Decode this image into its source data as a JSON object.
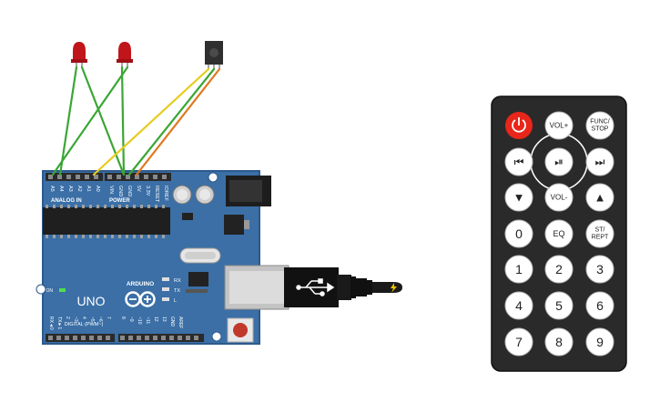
{
  "board": {
    "name": "UNO",
    "brand": "ARDUINO",
    "analog_header": "ANALOG IN",
    "power_header": "POWER",
    "digital_header": "DIGITAL (PWM~)",
    "analog_pins": [
      "A5",
      "A4",
      "A3",
      "A2",
      "A1",
      "A0"
    ],
    "power_pins": [
      "VIN",
      "GND",
      "GND",
      "5V",
      "3.3V",
      "RESET",
      "IOREF"
    ],
    "digital_low_pins": [
      "RX◄0",
      "TX►1",
      "2",
      "~3",
      "4",
      "~5",
      "~6",
      "7"
    ],
    "digital_high_pins": [
      "8",
      "~9",
      "~10",
      "~11",
      "12",
      "13",
      "GND",
      "AREF"
    ],
    "led_labels": {
      "rx": "RX",
      "tx": "TX",
      "l": "L",
      "on": "ON"
    },
    "colors": {
      "pcb": "#3b6fa6",
      "pcb_edge": "#2c5a8c",
      "header": "#2a2a2a"
    }
  },
  "wires": {
    "colors": {
      "green": "#3aa635",
      "yellow": "#e6cc1e",
      "orange": "#e0781e"
    }
  },
  "components": {
    "led_color": "#c0151a",
    "ir_receiver_color": "#2f2f2f"
  },
  "remote": {
    "power_color": "#e8261a",
    "body_color": "#2a2a2a",
    "buttons": {
      "vol_plus": "VOL+",
      "func_stop_line1": "FUNC/",
      "func_stop_line2": "STOP",
      "prev": "⏮",
      "play_pause": "⏯",
      "next": "⏭",
      "down": "▼",
      "vol_minus": "VOL-",
      "up": "▲",
      "zero": "0",
      "eq": "EQ",
      "st_rept_line1": "ST/",
      "st_rept_line2": "REPT",
      "one": "1",
      "two": "2",
      "three": "3",
      "four": "4",
      "five": "5",
      "six": "6",
      "seven": "7",
      "eight": "8",
      "nine": "9"
    }
  }
}
